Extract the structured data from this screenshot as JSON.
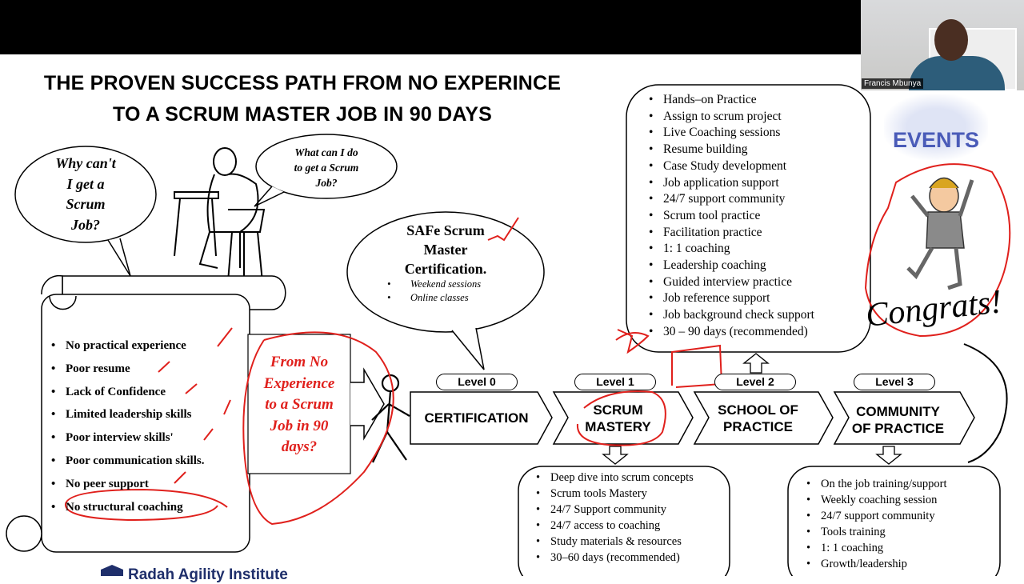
{
  "meeting": {
    "participant_name": "Francis Mbunya"
  },
  "slide": {
    "title_line1": "THE PROVEN SUCCESS PATH FROM NO EXPERINCE",
    "title_line2": "TO A SCRUM MASTER JOB IN 90 DAYS",
    "thought_left": [
      "Why can't",
      "I get a",
      "Scrum",
      "Job?"
    ],
    "thought_right": [
      "What can I do",
      "to get a Scrum",
      "Job?"
    ],
    "problems": [
      "No practical experience",
      "Poor resume",
      "Lack of Confidence",
      "Limited leadership skills",
      "Poor interview skills'",
      "Poor communication skills.",
      "No peer support",
      "No structural coaching"
    ],
    "question_box": [
      "From No",
      "Experience",
      "to a Scrum",
      "Job in 90",
      "days?"
    ],
    "certification_bubble": {
      "title": [
        "SAFe Scrum",
        "Master",
        "Certification."
      ],
      "items": [
        "Weekend sessions",
        "Online classes"
      ]
    },
    "levels": [
      {
        "level": "Level 0",
        "name": [
          "CERTIFICATION"
        ]
      },
      {
        "level": "Level 1",
        "name": [
          "SCRUM",
          "MASTERY"
        ]
      },
      {
        "level": "Level 2",
        "name": [
          "SCHOOL OF",
          "PRACTICE"
        ]
      },
      {
        "level": "Level 3",
        "name": [
          "COMMUNITY",
          "OF PRACTICE"
        ]
      }
    ],
    "school_items": [
      "Hands–on Practice",
      "Assign to scrum project",
      "Live Coaching sessions",
      "Resume building",
      "Case Study development",
      "Job application support",
      "24/7 support community",
      "Scrum tool practice",
      "Facilitation practice",
      "1: 1 coaching",
      "Leadership coaching",
      "Guided interview practice",
      "Job reference support",
      "Job background check support",
      "30 – 90 days (recommended)"
    ],
    "mastery_items": [
      "Deep dive into scrum concepts",
      "Scrum tools Mastery",
      "24/7 Support community",
      "24/7 access to coaching",
      "Study materials & resources",
      "30–60 days (recommended)"
    ],
    "community_items": [
      "On the job training/support",
      "Weekly coaching session",
      "24/7 support community",
      "Tools training",
      "1: 1 coaching",
      "Growth/leadership"
    ],
    "events_label": "EVENTS",
    "congrats": "Congrats!",
    "logo_text": "Radah Agility Institute"
  },
  "colors": {
    "annotation_red": "#e0201c",
    "events_blue": "#4a5bb8",
    "logo_navy": "#1f2f6b"
  }
}
